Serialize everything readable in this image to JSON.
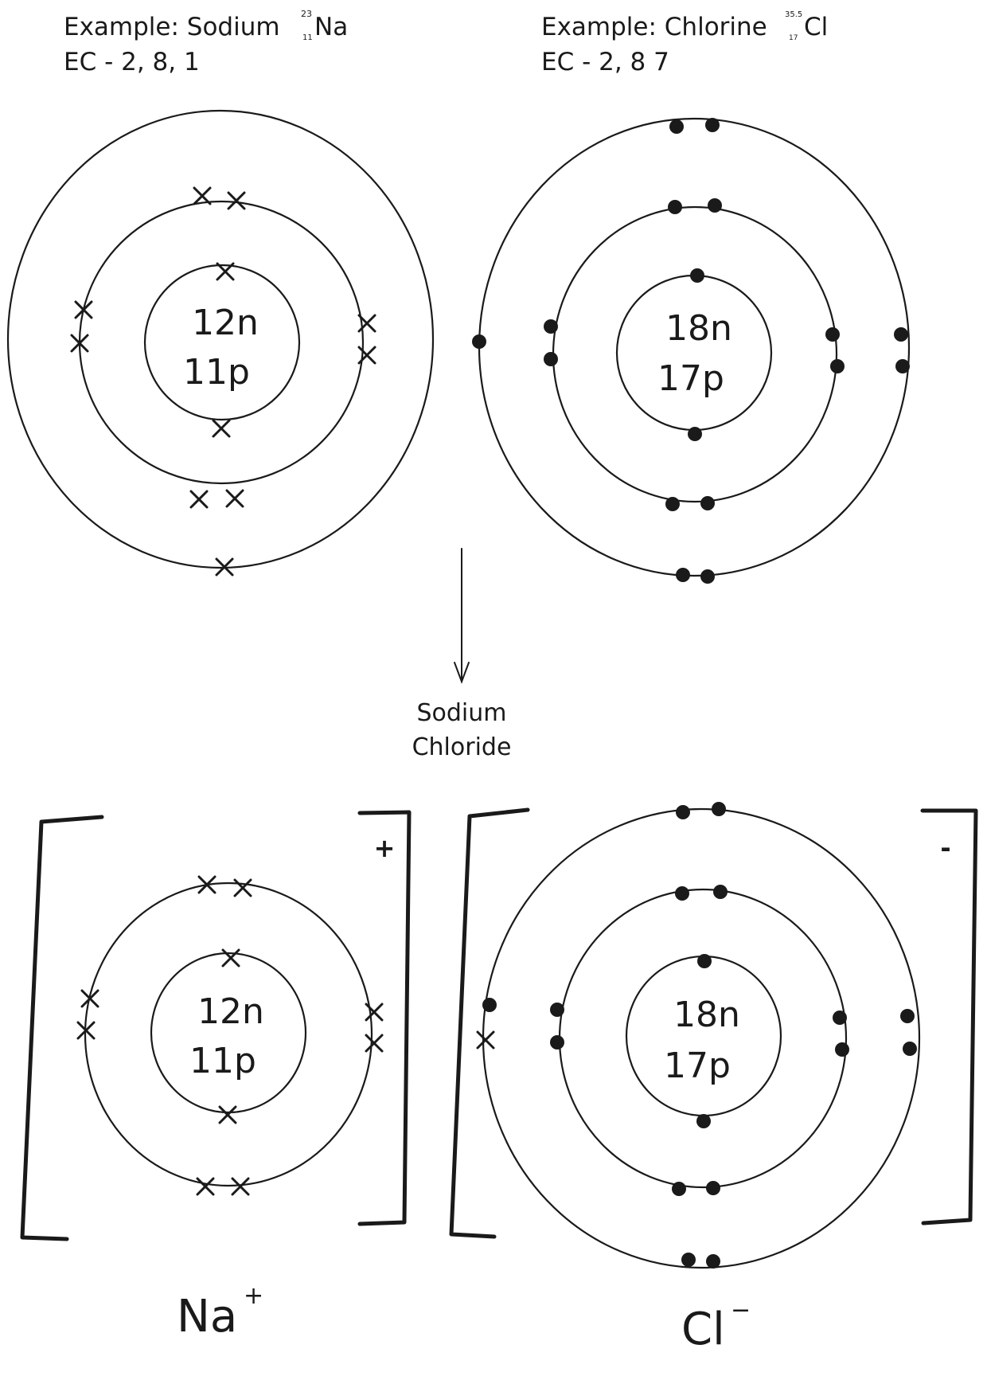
{
  "sodium_heading": {
    "prefix": "Example: Sodium",
    "mass_number": "23",
    "atomic_number": "11",
    "symbol": "Na",
    "config": "EC - 2, 8, 1"
  },
  "chlorine_heading": {
    "prefix": "Example: Chlorine",
    "mass_number": "35.5",
    "atomic_number": "17",
    "symbol": "Cl",
    "config": "EC - 2, 8 7"
  },
  "sodium_atom": {
    "neutrons": "12n",
    "protons": "11p",
    "shells": [
      2,
      8,
      1
    ],
    "electron_mark": "cross"
  },
  "chlorine_atom": {
    "neutrons": "18n",
    "protons": "17p",
    "shells": [
      2,
      8,
      7
    ],
    "electron_mark": "dot"
  },
  "arrow_label": {
    "line1": "Sodium",
    "line2": "Chloride"
  },
  "sodium_ion": {
    "neutrons": "12n",
    "protons": "11p",
    "charge": "+",
    "symbol": "Na",
    "sup": "+",
    "shells": [
      2,
      8
    ]
  },
  "chloride_ion": {
    "neutrons": "18n",
    "protons": "17p",
    "charge": "-",
    "symbol": "Cl",
    "sup": "−",
    "shells": [
      2,
      8,
      8
    ],
    "transferred_electron": "cross"
  }
}
